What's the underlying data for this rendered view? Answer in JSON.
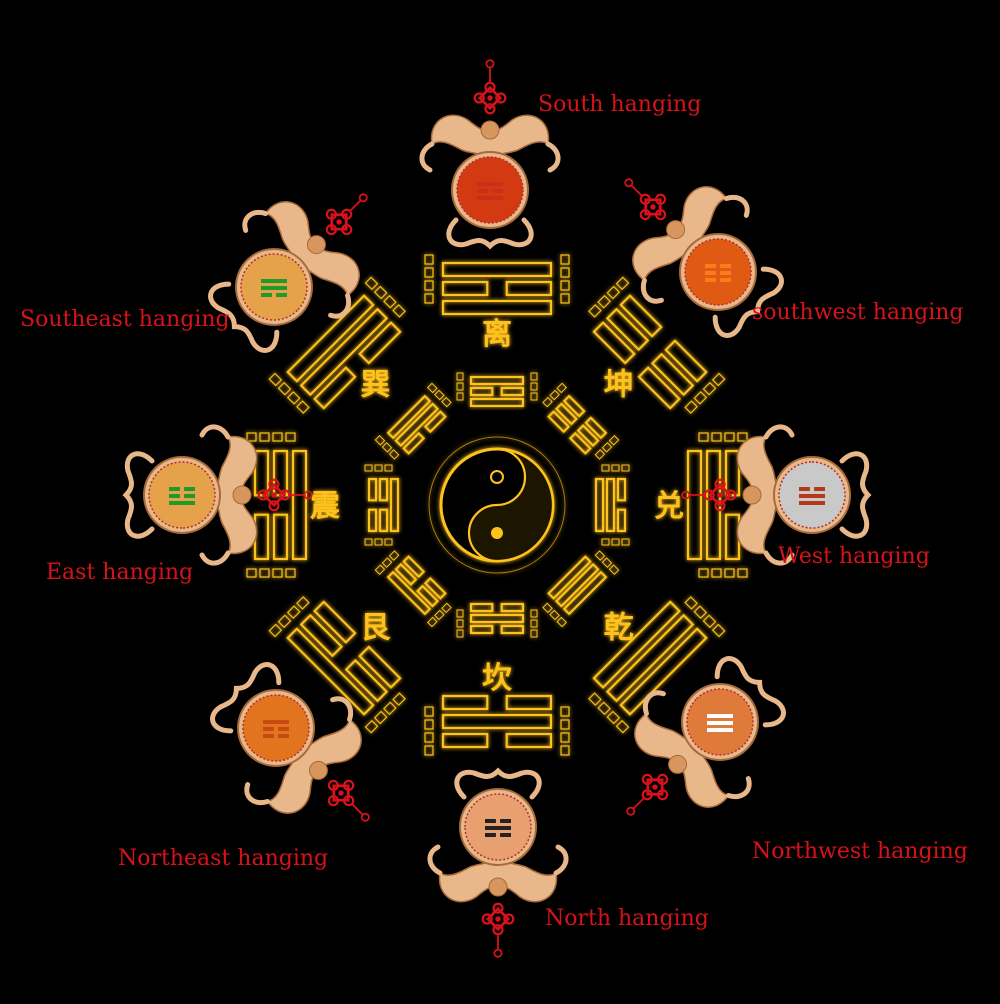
{
  "diagram": {
    "center_trigrams": [
      {
        "direction": "south",
        "name": "离"
      },
      {
        "direction": "southwest",
        "name": "坤"
      },
      {
        "direction": "west",
        "name": "兑"
      },
      {
        "direction": "northwest",
        "name": "乾"
      },
      {
        "direction": "north",
        "name": "坎"
      },
      {
        "direction": "northeast",
        "name": "艮"
      },
      {
        "direction": "east",
        "name": "震"
      },
      {
        "direction": "southeast",
        "name": "巽"
      }
    ],
    "hangings": [
      {
        "id": "south",
        "label": "South hanging",
        "disc_color": "#d43a12",
        "pattern": "li",
        "glyph_color": "#c9301a"
      },
      {
        "id": "southwest",
        "label": "southwest hanging",
        "disc_color": "#e05a14",
        "pattern": "kun",
        "glyph_color": "#ff7b1a"
      },
      {
        "id": "west",
        "label": "West hanging",
        "disc_color": "#c9c9c9",
        "pattern": "dui",
        "glyph_color": "#b33a1a"
      },
      {
        "id": "northwest",
        "label": "Northwest hanging",
        "disc_color": "#e07a3a",
        "pattern": "qian",
        "glyph_color": "#ffffff"
      },
      {
        "id": "north",
        "label": "North hanging",
        "disc_color": "#e8a070",
        "pattern": "kan",
        "glyph_color": "#222222"
      },
      {
        "id": "northeast",
        "label": "Northeast hanging",
        "disc_color": "#e27420",
        "pattern": "gen",
        "glyph_color": "#c84a12"
      },
      {
        "id": "east",
        "label": "East hanging",
        "disc_color": "#e6a24a",
        "pattern": "zhen",
        "glyph_color": "#1f9a2a"
      },
      {
        "id": "southeast",
        "label": "Southeast hanging",
        "disc_color": "#e6a24a",
        "pattern": "xun",
        "glyph_color": "#1f9a2a"
      }
    ],
    "colors": {
      "background": "#000000",
      "glow": "#ffc21a",
      "label": "#d8121a",
      "ornament": "#e8b88a",
      "knot": "#d8121a"
    }
  }
}
